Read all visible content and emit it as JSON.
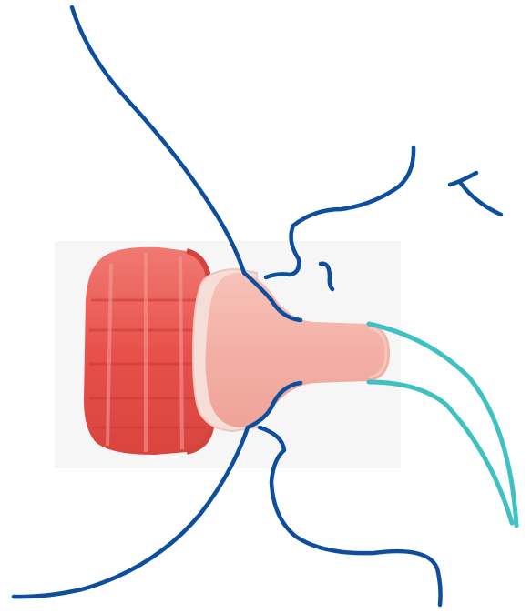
{
  "illustration": {
    "colors": {
      "background": "#ffffff",
      "line_art": "#0d4f9c",
      "milk_stream": "#3fc1c3",
      "cap": "#e8514b",
      "cap_shadow": "#c93a34",
      "cap_highlight": "#f07a73",
      "flange": "#f4d9d4",
      "teat": "#f4b3a9",
      "teat_highlight": "#f8c8bf",
      "photo_backdrop": "#f5f5f5"
    },
    "icons": [
      "bottle-cap",
      "feeding-teat",
      "milk-stream",
      "face-outline-line-art"
    ]
  }
}
